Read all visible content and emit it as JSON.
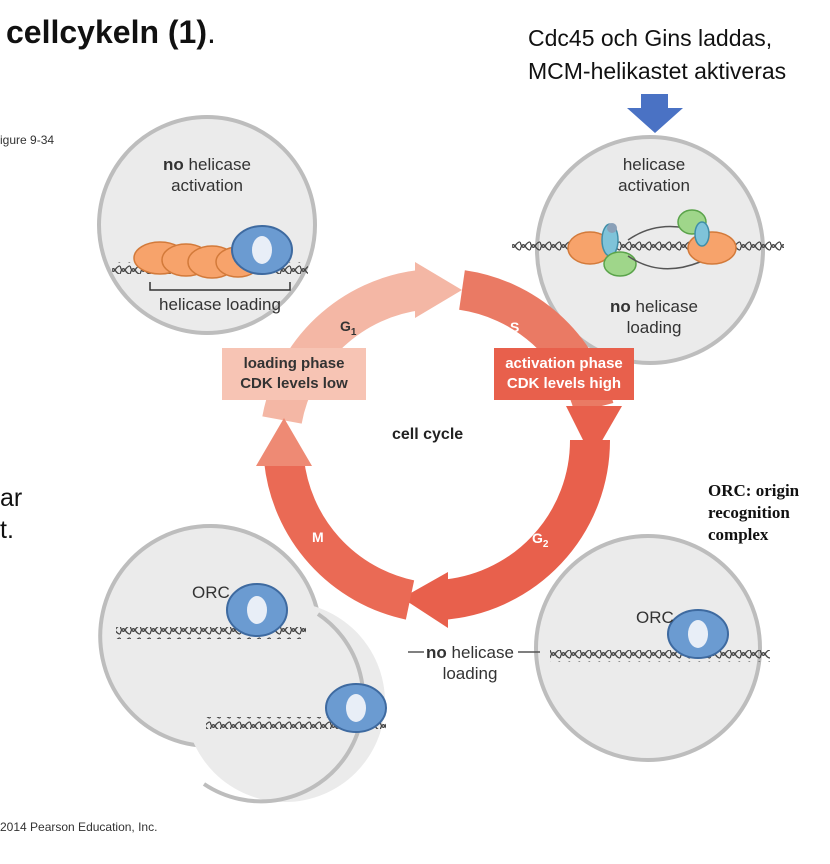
{
  "title": "cellcykeln (1)",
  "title_suffix": ".",
  "note": {
    "line1": "Cdc45 och Gins laddas,",
    "line2": "MCM-helikastet aktiveras"
  },
  "figure_ref": "igure 9-34",
  "side_text": {
    "line1": "ar",
    "line2": "t."
  },
  "copyright": "2014 Pearson Education, Inc.",
  "orc_note": {
    "line1": "ORC: origin",
    "line2": "recognition",
    "line3": "complex"
  },
  "cycle": {
    "center_label": "cell cycle",
    "phases": {
      "g1": "G",
      "g1_sub": "1",
      "s": "S",
      "g2": "G",
      "g2_sub": "2",
      "m": "M"
    },
    "loading_box": {
      "line1": "loading phase",
      "line2": "CDK levels low"
    },
    "activation_box": {
      "line1": "activation phase",
      "line2": "CDK levels high"
    }
  },
  "bubbles": {
    "top_left": {
      "title_bold": "no",
      "title_rest": " helicase",
      "title_line2": "activation",
      "bracket_label": "helicase loading"
    },
    "top_right": {
      "title_line1": "helicase",
      "title_line2": "activation",
      "bottom_bold": "no",
      "bottom_rest": " helicase",
      "bottom_line2": "loading"
    },
    "bottom_left": {
      "orc_label": "ORC"
    },
    "bottom_right": {
      "orc_label": "ORC"
    },
    "middle": {
      "bold": "no",
      "rest": " helicase",
      "line2": "loading"
    }
  },
  "colors": {
    "bubble_fill": "#ebebeb",
    "bubble_stroke": "#bdbdbd",
    "cycle_light": "#f4b7a5",
    "cycle_dark": "#e8604c",
    "orc": "#6b9bd1",
    "mcm": "#f7a36b",
    "arrow_blue": "#4a72c4"
  }
}
